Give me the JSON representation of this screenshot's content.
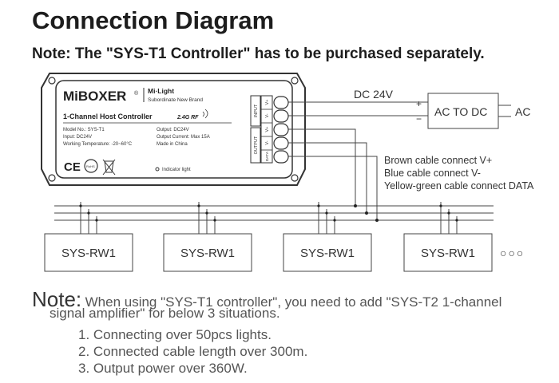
{
  "title": "Connection Diagram",
  "subnote": "Note: The \"SYS-T1 Controller\" has to be purchased separately.",
  "controller": {
    "brand": "MiBOXER",
    "brand_mark": "®",
    "sub_brand": "Mi·Light",
    "sub_brand_tagline": "Subordinate New Brand",
    "product_name": "1-Channel Host Controller",
    "rf_label": "2.4G RF",
    "model": "Model No.: SYS-T1",
    "input": "Input: DC24V",
    "temperature": "Working Temperature: -20~60°C",
    "output": "Output: DC24V",
    "output_current": "Output Current: Max 15A",
    "origin": "Made in China",
    "indicator": "Indicator light",
    "input_group": "INPUT",
    "output_group": "OUTPUT",
    "terminals": [
      "V+",
      "V-",
      "V+",
      "V-",
      "DATA"
    ],
    "cert_ce": "CE",
    "cert_rohs": "RoHS"
  },
  "power": {
    "dc_label": "DC 24V",
    "converter_label": "AC TO DC",
    "ac_label": "AC",
    "plus": "+",
    "minus": "−"
  },
  "cable_notes": [
    "Brown cable connect V+",
    "Blue cable connect V-",
    "Yellow-green cable connect DATA"
  ],
  "receivers": [
    "SYS-RW1",
    "SYS-RW1",
    "SYS-RW1",
    "SYS-RW1"
  ],
  "more_indicator": "○○○",
  "note": {
    "label": "Note:",
    "line1": "When using \"SYS-T1 controller\", you need to add \"SYS-T2 1-channel",
    "line2": "signal amplifier\" for below 3 situations.",
    "items": [
      "1. Connecting over 50pcs lights.",
      "2. Connected cable length over 300m.",
      "3. Output power over 360W."
    ]
  }
}
